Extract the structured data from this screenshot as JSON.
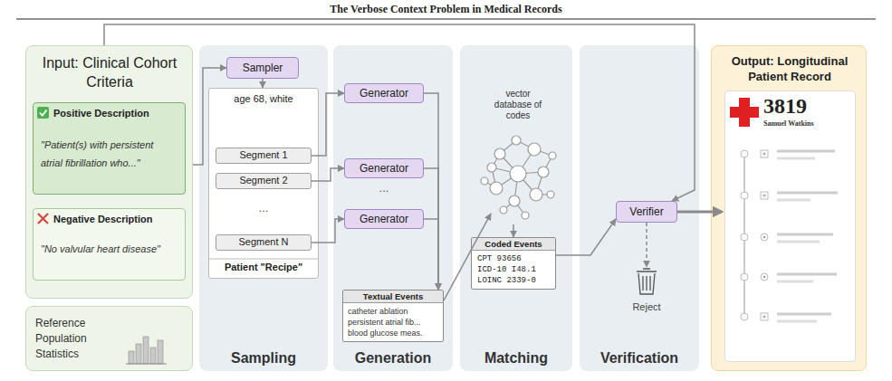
{
  "diagram": {
    "title": "The Verbose Context Problem in Medical Records",
    "nodes": [
      {
        "text": [
          "Input: Clinical Cohort Criteria"
        ]
      },
      {
        "text": [
          "Positive Description",
          "\"Patient(s) with persistent atrial fibrillation who...\""
        ],
        "in": 0
      },
      {
        "text": [
          "Negative Description",
          "\"No valvular heart disease\""
        ],
        "in": 0
      },
      {
        "text": [
          "Reference Population Statistics"
        ]
      },
      {
        "text": [
          "Sampling"
        ]
      },
      {
        "text": [
          "Sampler"
        ],
        "in": 4
      },
      {
        "text": [
          "age 68, white",
          "...",
          "Patient \"Recipe\""
        ],
        "in": 4
      },
      {
        "text": [
          "Segment 1"
        ],
        "in": 6
      },
      {
        "text": [
          "Segment 2"
        ],
        "in": 6
      },
      {
        "text": [
          "Segment N"
        ],
        "in": 6
      },
      {
        "text": [
          "Generation",
          "..."
        ]
      },
      {
        "text": [
          "Generator"
        ],
        "in": 10
      },
      {
        "text": [
          "Generator"
        ],
        "in": 10
      },
      {
        "text": [
          "Generator"
        ],
        "in": 10
      },
      {
        "text": [
          "Textual Events",
          "catheter ablation",
          "persistent atrial fib...",
          "blood glucose meas."
        ],
        "in": 10
      },
      {
        "text": [
          "Matching"
        ]
      },
      {
        "text": [
          "vector database of codes"
        ],
        "in": 15
      },
      {
        "text": [
          "Coded Events",
          "CPT 93656",
          "ICD-10 I48.1",
          "LOINC 2339-0"
        ],
        "in": 15
      },
      {
        "text": [
          "Verification"
        ]
      },
      {
        "text": [
          "Verifier"
        ],
        "in": 18
      },
      {
        "text": [
          "Reject"
        ],
        "in": 18
      },
      {
        "text": [
          "Output: Longitudinal Patient Record"
        ]
      },
      {
        "text": [
          "3819",
          "Samuel Watkins"
        ],
        "in": 21
      }
    ],
    "edges": [
      {
        "from": 0,
        "to": 5,
        "arrow": "to"
      },
      {
        "from": 0,
        "to": 19,
        "arrow": "to"
      },
      {
        "from": 5,
        "to": 6,
        "arrow": "to"
      },
      {
        "from": 7,
        "to": 11,
        "arrow": "to"
      },
      {
        "from": 8,
        "to": 12,
        "arrow": "to"
      },
      {
        "from": 9,
        "to": 13,
        "arrow": "to"
      },
      {
        "from": 11,
        "to": 14,
        "arrow": "to"
      },
      {
        "from": 12,
        "to": 14,
        "arrow": "to"
      },
      {
        "from": 13,
        "to": 14,
        "arrow": "to"
      },
      {
        "from": 14,
        "to": 16,
        "arrow": "to"
      },
      {
        "from": 16,
        "to": 17,
        "arrow": "to"
      },
      {
        "from": 17,
        "to": 19,
        "arrow": "to"
      },
      {
        "from": 19,
        "to": 21,
        "arrow": "to"
      },
      {
        "from": 19,
        "to": 20,
        "arrow": "to"
      }
    ]
  }
}
